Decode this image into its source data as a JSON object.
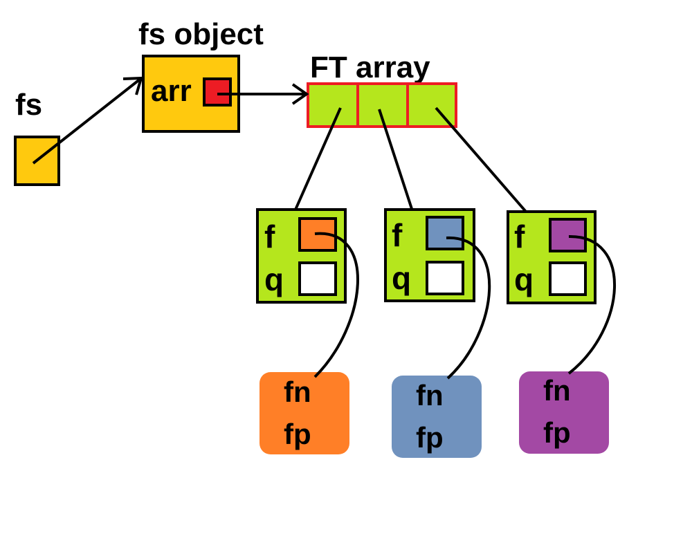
{
  "labels": {
    "fs": "fs",
    "fs_object": "fs object",
    "arr": "arr",
    "ft_array": "FT array"
  },
  "ft_structs": [
    {
      "f": "f",
      "q": "q",
      "color": "#FF7F27"
    },
    {
      "f": "f",
      "q": "q",
      "color": "#7092BE"
    },
    {
      "f": "f",
      "q": "q",
      "color": "#A349A4"
    }
  ],
  "fn_boxes": [
    {
      "fn": "fn",
      "fp": "fp",
      "color": "#FF7F27"
    },
    {
      "fn": "fn",
      "fp": "fp",
      "color": "#7092BE"
    },
    {
      "fn": "fn",
      "fp": "fp",
      "color": "#A349A4"
    }
  ],
  "colors": {
    "pointer_box": "#FFC90E",
    "array_fill": "#B5E61D",
    "array_border": "#ED1C24",
    "arr_slot": "#ED1C24",
    "struct_fill": "#B5E61D",
    "empty_slot": "#FFFFFF",
    "line": "#000000"
  }
}
